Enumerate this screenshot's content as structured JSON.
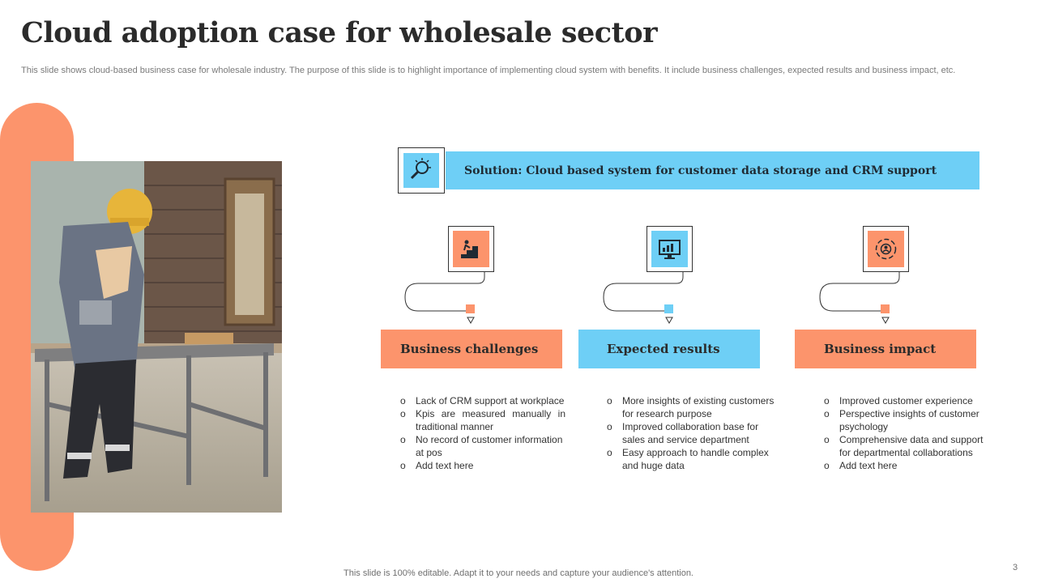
{
  "title": "Cloud adoption case for wholesale sector",
  "subtitle": "This slide shows cloud-based business case for wholesale industry. The purpose of this slide is to highlight importance of implementing cloud system with benefits. It include business challenges, expected results and business impact, etc.",
  "solution": {
    "text": "Solution: Cloud based system for customer data storage and CRM support",
    "icon": "lightbulb-search-icon"
  },
  "columns": [
    {
      "heading": "Business challenges",
      "icon": "stairs-climb-icon",
      "color": "#fc946c",
      "bullets": [
        "Lack of CRM support at workplace",
        "Kpis are measured manually in traditional manner",
        "No record of customer information at pos",
        "Add text here"
      ]
    },
    {
      "heading": "Expected results",
      "icon": "monitor-chart-icon",
      "color": "#6ecff6",
      "bullets": [
        "More insights of existing customers for research purpose",
        "Improved collaboration base for sales and service department",
        "Easy approach to handle complex and huge data"
      ]
    },
    {
      "heading": "Business impact",
      "icon": "team-cycle-icon",
      "color": "#fc946c",
      "bullets": [
        "Improved customer experience",
        "Perspective insights of customer psychology",
        "Comprehensive data and support for departmental collaborations",
        "Add text here"
      ]
    }
  ],
  "colors": {
    "accent_orange": "#fc946c",
    "accent_blue": "#6ecff6"
  },
  "footer": "This slide is 100% editable. Adapt it to your needs and capture your audience's attention.",
  "page_number": "3"
}
